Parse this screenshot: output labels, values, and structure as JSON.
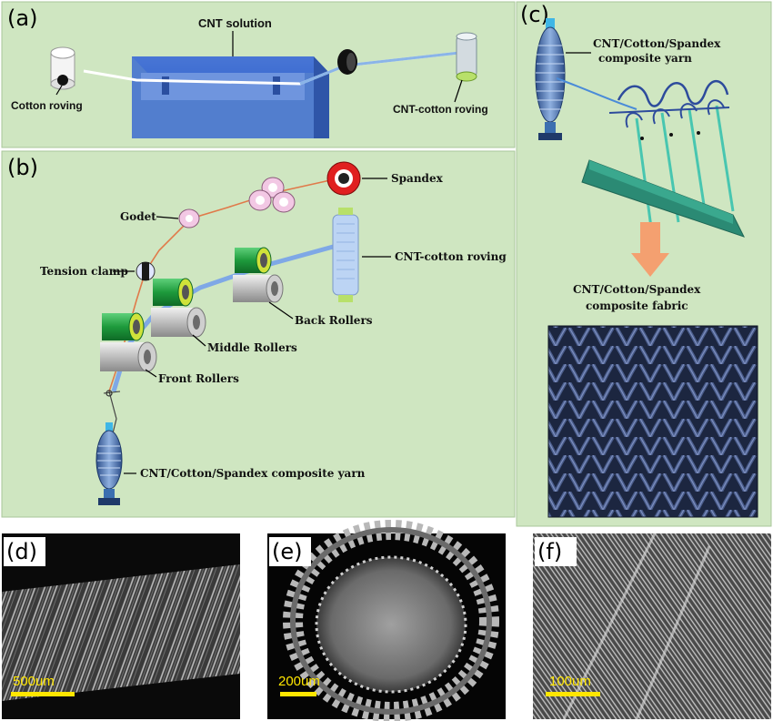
{
  "panels": {
    "a": {
      "tag": "(a)",
      "cnt_solution": "CNT solution",
      "cotton_roving": "Cotton roving",
      "cnt_cotton_roving": "CNT-cotton roving"
    },
    "b": {
      "tag": "(b)",
      "spandex": "Spandex",
      "godet": "Godet",
      "cnt_cotton_roving": "CNT-cotton roving",
      "tension_clamp": "Tension clamp",
      "back_rollers": "Back Rollers",
      "middle_rollers": "Middle Rollers",
      "front_rollers": "Front Rollers",
      "composite_yarn": "CNT/Cotton/Spandex composite yarn"
    },
    "c": {
      "tag": "(c)",
      "yarn_line1": "CNT/Cotton/Spandex",
      "yarn_line2": "composite yarn",
      "fabric_line1": "CNT/Cotton/Spandex",
      "fabric_line2": "composite fabric"
    },
    "d": {
      "tag": "(d)",
      "scale": "500um"
    },
    "e": {
      "tag": "(e)",
      "scale": "200um"
    },
    "f": {
      "tag": "(f)",
      "scale": "100um"
    }
  },
  "colors": {
    "panel_bg": "#cfe6c1",
    "tank": "#3f6fd0",
    "roller_green": "#1e9a3c",
    "roller_grey": "#c8c8c8",
    "spandex_red": "#e02020",
    "godet_pink": "#f2c8e4",
    "fabric_navy": "#1f2a44",
    "arrow_orange": "#f4a070",
    "scale_yellow": "#ffe600"
  }
}
